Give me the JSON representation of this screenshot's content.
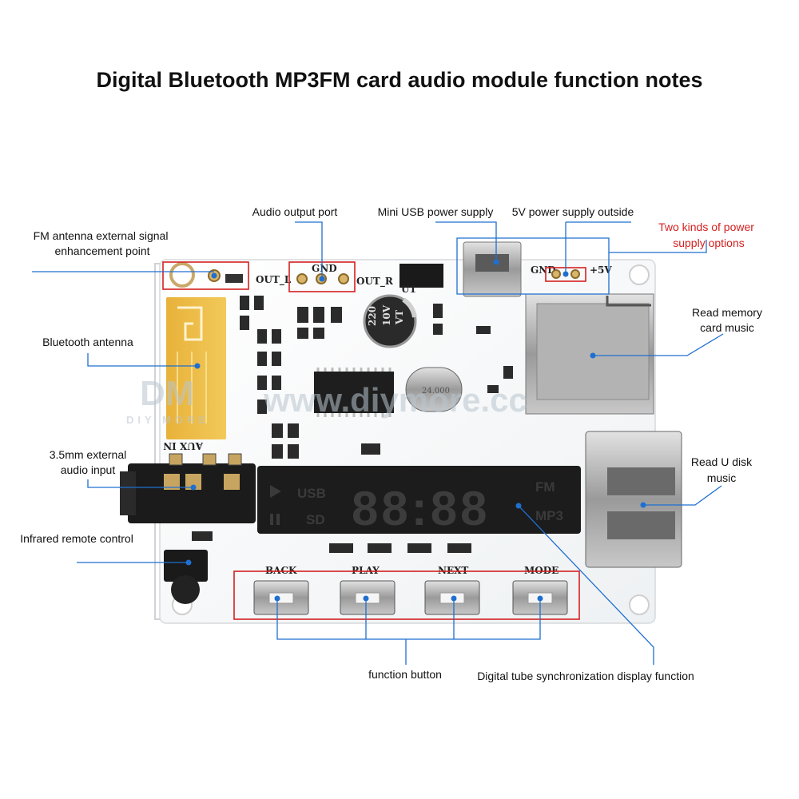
{
  "title": "Digital Bluetooth MP3FM card audio module function notes",
  "annotations": {
    "audio_output": "Audio output port",
    "mini_usb": "Mini USB power supply",
    "power_5v": "5V power supply outside",
    "power_options_1": "Two kinds of power",
    "power_options_2": "supply options",
    "fm_antenna_1": "FM antenna external signal",
    "fm_antenna_2": "enhancement point",
    "bt_antenna": "Bluetooth antenna",
    "read_card_1": "Read memory",
    "read_card_2": "card music",
    "aux_1": "3.5mm external",
    "aux_2": "audio input",
    "read_udisk_1": "Read U disk",
    "read_udisk_2": "music",
    "ir_remote": "Infrared remote control",
    "function_button": "function button",
    "digital_tube": "Digital tube synchronization display function"
  },
  "board": {
    "silk_gnd_left": "GND",
    "silk_out_l": "OUT_L",
    "silk_out_r": "OUT_R",
    "silk_gnd_right": "GND",
    "silk_5v": "+5V",
    "silk_aux_in": "AUX IN",
    "silk_u1": "U1",
    "cap_label_1": "220",
    "cap_label_2": "10V",
    "cap_label_3": "VT",
    "crystal_label": "24.000",
    "buttons": [
      "BACK",
      "PLAY",
      "NEXT",
      "MODE"
    ],
    "display": {
      "usb": "USB",
      "sd": "SD",
      "fm": "FM",
      "mp3": "MP3",
      "digits": "88:88"
    }
  },
  "watermark": {
    "logo": "DM",
    "sub": "DIY MORE",
    "url": "www.diymore.cc"
  },
  "colors": {
    "accent": "#1f6fd0",
    "highlight_box": "#d42020",
    "board": "#ffffff",
    "display": "#1c1c1c"
  }
}
